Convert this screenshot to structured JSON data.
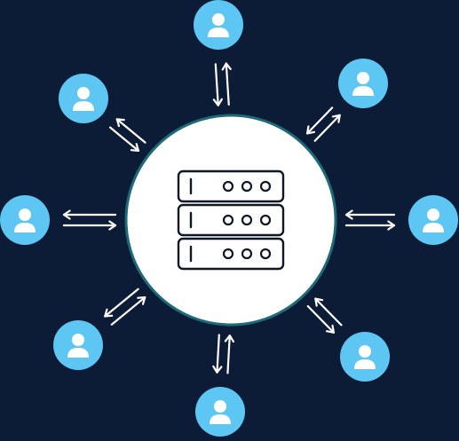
{
  "colors": {
    "background": "#0c1c37",
    "client_fill": "#5ec6f2",
    "client_glyph": "#ffffff",
    "arrow": "#ffffff",
    "server_fill": "#ffffff",
    "server_ring": "#1e6a78",
    "server_ink": "#0f1626"
  },
  "server": {
    "icon": "server-rack-icon",
    "units": 3,
    "leds_per_unit": 3
  },
  "clients": [
    {
      "name": "top",
      "icon": "user-icon"
    },
    {
      "name": "top-right",
      "icon": "user-icon"
    },
    {
      "name": "right",
      "icon": "user-icon"
    },
    {
      "name": "bottom-right",
      "icon": "user-icon"
    },
    {
      "name": "bottom",
      "icon": "user-icon"
    },
    {
      "name": "bottom-left",
      "icon": "user-icon"
    },
    {
      "name": "left",
      "icon": "user-icon"
    },
    {
      "name": "top-left",
      "icon": "user-icon"
    }
  ],
  "connections": {
    "type": "bidirectional",
    "arrows_per_link": 2
  }
}
